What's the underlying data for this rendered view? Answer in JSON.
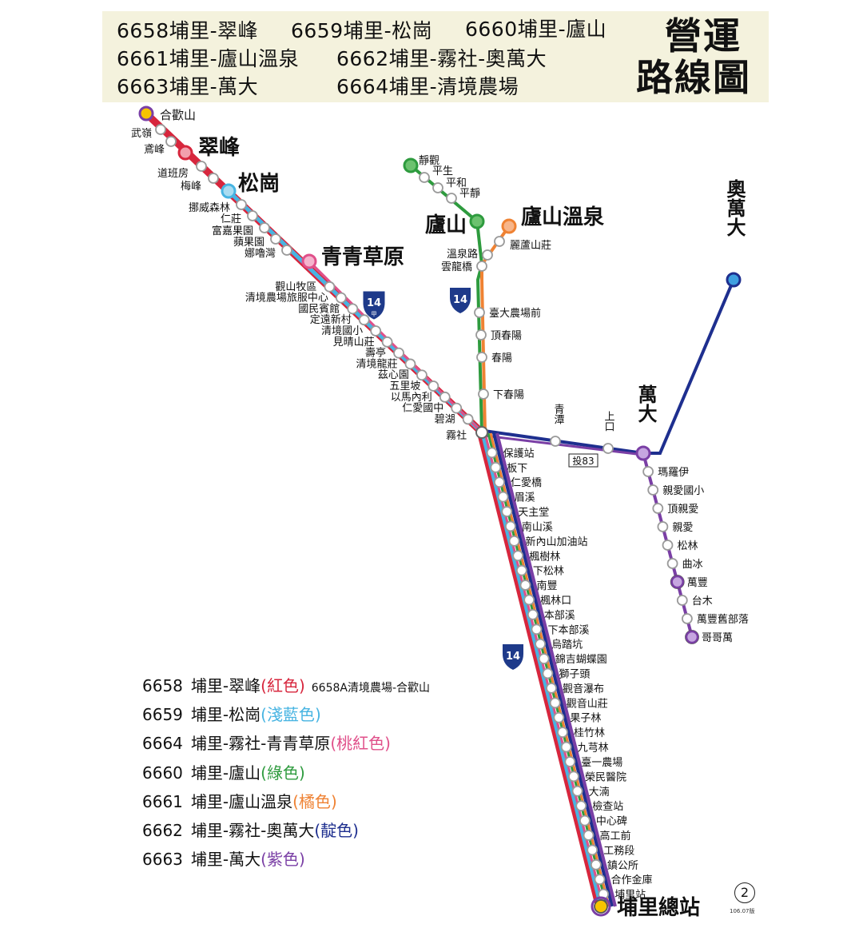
{
  "header": {
    "routes": [
      "6658埔里-翠峰",
      "6659埔里-松崗",
      "6660埔里-廬山",
      "6661埔里-廬山溫泉",
      "6662埔里-霧社-奧萬大",
      "6663埔里-萬大",
      "6664埔里-清境農場"
    ],
    "title_line1": "營運",
    "title_line2": "路線圖"
  },
  "colors": {
    "red": "#d7263d",
    "lightblue": "#47b4e2",
    "pink": "#e0508a",
    "green": "#2e9b3e",
    "orange": "#ef8233",
    "navy": "#1e2f8f",
    "purple": "#7a3fa5",
    "yellow": "#f6c400",
    "gray": "#9a9a9a"
  },
  "diagram": {
    "stations_west": [
      "合歡山",
      "武嶺",
      "鳶峰",
      "翠峰",
      "道班房",
      "梅峰",
      "松崗",
      "挪威森林",
      "仁莊",
      "富嘉果園",
      "蘋果園",
      "娜嚕灣",
      "青青草原",
      "觀山牧區",
      "清境農場旅服中心",
      "國民賓館",
      "定遠新村",
      "清境國小",
      "見晴山莊",
      "壽亭",
      "清境龍莊",
      "茲心園",
      "五里坡",
      "以馬內利",
      "仁愛國中",
      "碧湖",
      "霧社"
    ],
    "stations_north": [
      "靜觀",
      "平生",
      "平和",
      "平靜",
      "廬山",
      "廬山溫泉",
      "麗蘆山莊",
      "溫泉路",
      "雲龍橋",
      "臺大農場前",
      "頂春陽",
      "春陽",
      "下春陽"
    ],
    "stations_east": [
      "青潭",
      "上口",
      "萬大",
      "奧萬大"
    ],
    "stations_wanda": [
      "瑪羅伊",
      "親愛國小",
      "頂親愛",
      "親愛",
      "松林",
      "曲冰",
      "萬豐",
      "台木",
      "萬豐舊部落",
      "哥哥萬"
    ],
    "stations_south": [
      "保護站",
      "板下",
      "仁愛橋",
      "眉溪",
      "天主堂",
      "南山溪",
      "新內山加油站",
      "楓樹林",
      "下松林",
      "南豐",
      "楓林口",
      "本部溪",
      "下本部溪",
      "烏踏坑",
      "錦吉蝴蝶園",
      "獅子頭",
      "觀音瀑布",
      "觀音山莊",
      "果子林",
      "桂竹林",
      "九芎林",
      "臺一農場",
      "榮民醫院",
      "大湳",
      "檢查站",
      "中心碑",
      "高工前",
      "工務段",
      "鎮公所",
      "合作金庫",
      "埔里站",
      "埔里總站"
    ],
    "road_shield": "14",
    "road_shield_sub": "甲",
    "county_road": "投83"
  },
  "legend": [
    {
      "number": "6658",
      "route": "埔里-翠峰",
      "paren_open": "(",
      "color_name": "紅色",
      "paren_close": ")",
      "color": "#d7263d",
      "note": "6658A清境農場-合歡山"
    },
    {
      "number": "6659",
      "route": "埔里-松崗",
      "paren_open": "(",
      "color_name": "淺藍色",
      "paren_close": ")",
      "color": "#47b4e2",
      "note": ""
    },
    {
      "number": "6664",
      "route": "埔里-霧社-青青草原",
      "paren_open": "(",
      "color_name": "桃紅色",
      "paren_close": ")",
      "color": "#e0508a",
      "note": ""
    },
    {
      "number": "6660",
      "route": "埔里-廬山",
      "paren_open": "(",
      "color_name": "綠色",
      "paren_close": ")",
      "color": "#2e9b3e",
      "note": ""
    },
    {
      "number": "6661",
      "route": "埔里-廬山溫泉",
      "paren_open": "(",
      "color_name": "橘色",
      "paren_close": ")",
      "color": "#ef8233",
      "note": ""
    },
    {
      "number": "6662",
      "route": "埔里-霧社-奧萬大",
      "paren_open": "(",
      "color_name": "靛色",
      "paren_close": ")",
      "color": "#1e2f8f",
      "note": ""
    },
    {
      "number": "6663",
      "route": "埔里-萬大",
      "paren_open": "(",
      "color_name": "紫色",
      "paren_close": ")",
      "color": "#7a3fa5",
      "note": ""
    }
  ],
  "footer": {
    "page_number": "2",
    "version": "106.07版"
  }
}
